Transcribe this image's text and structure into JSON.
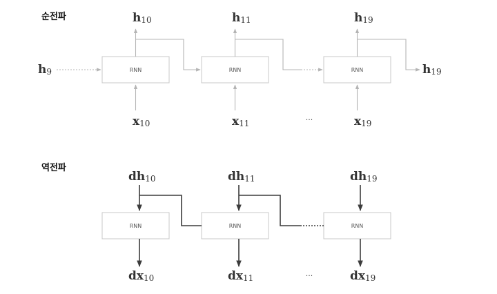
{
  "forward": {
    "title": "순전파",
    "box_label": "RNN",
    "h_in": {
      "main": "h",
      "sub": "9"
    },
    "h_out": {
      "main": "h",
      "sub": "19"
    },
    "tops": [
      {
        "main": "h",
        "sub": "10"
      },
      {
        "main": "h",
        "sub": "11"
      },
      {
        "main": "h",
        "sub": "19"
      }
    ],
    "bottoms": [
      {
        "main": "x",
        "sub": "10"
      },
      {
        "main": "x",
        "sub": "11"
      },
      {
        "main": "x",
        "sub": "19"
      }
    ],
    "ellipsis": "···"
  },
  "backward": {
    "title": "역전파",
    "box_label": "RNN",
    "tops": [
      {
        "main": "dh",
        "sub": "10"
      },
      {
        "main": "dh",
        "sub": "11"
      },
      {
        "main": "dh",
        "sub": "19"
      }
    ],
    "bottoms": [
      {
        "main": "dx",
        "sub": "10"
      },
      {
        "main": "dx",
        "sub": "11"
      },
      {
        "main": "dx",
        "sub": "19"
      }
    ],
    "ellipsis": "···"
  }
}
